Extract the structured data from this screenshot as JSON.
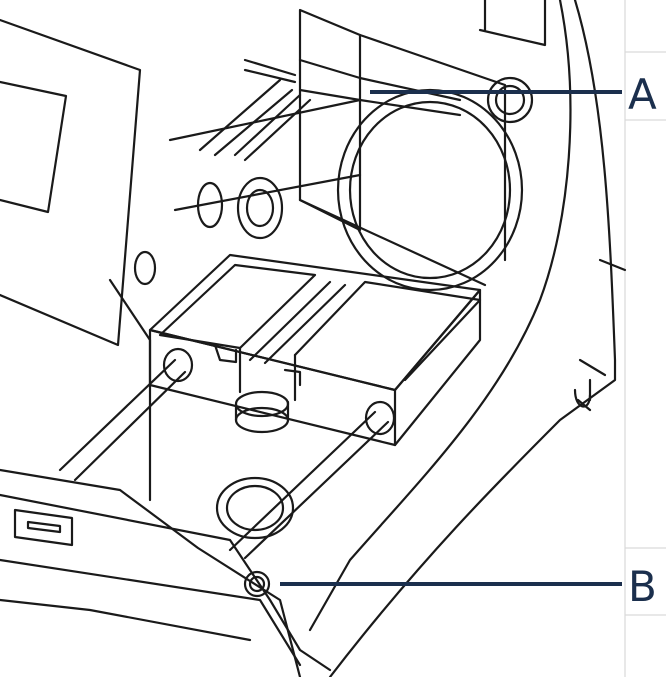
{
  "figure": {
    "subject": "instrument-line-drawing",
    "callouts": [
      {
        "id": "A",
        "label": "A"
      },
      {
        "id": "B",
        "label": "B"
      }
    ],
    "colors": {
      "background": "#ffffff",
      "line_art": "#1a1a1a",
      "callout": "#1b2f4d",
      "panel_border": "#d9d9d9"
    }
  }
}
